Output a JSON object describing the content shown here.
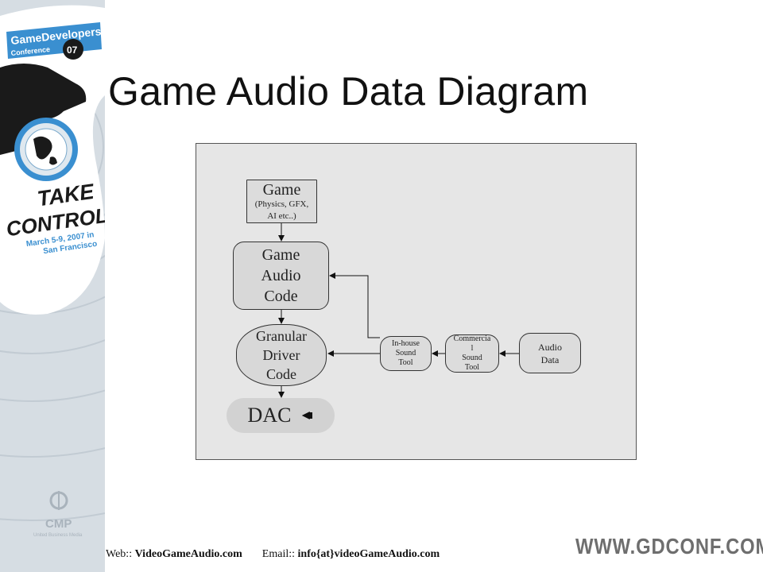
{
  "banner": {
    "conference_name_line1": "GameDevelopers",
    "conference_name_line2": "Conference",
    "conference_year": "07",
    "slogan_line1": "TAKE",
    "slogan_line2": "CONTROL",
    "dates_line1": "March 5-9, 2007 in",
    "dates_line2": "San Francisco",
    "sponsor_logo_text": "CMP",
    "sponsor_tagline": "United Business Media"
  },
  "slide": {
    "title": "Game Audio Data Diagram"
  },
  "diagram": {
    "nodes": {
      "game": {
        "label": "Game",
        "sublabel_line1": "(Physics, GFX,",
        "sublabel_line2": "AI etc..)"
      },
      "audio_code": {
        "line1": "Game",
        "line2": "Audio",
        "line3": "Code"
      },
      "granular": {
        "line1": "Granular",
        "line2": "Driver",
        "line3": "Code"
      },
      "dac": {
        "label": "DAC"
      },
      "inhouse": {
        "line1": "In-house",
        "line2": "Sound",
        "line3": "Tool"
      },
      "commercial": {
        "line1": "Commercia",
        "line2": "l",
        "line3": "Sound",
        "line4": "Tool"
      },
      "audio_data": {
        "line1": "Audio",
        "line2": "Data"
      }
    },
    "edges": [
      {
        "from": "Game",
        "to": "Game Audio Code"
      },
      {
        "from": "Game Audio Code",
        "to": "Granular Driver Code"
      },
      {
        "from": "Granular Driver Code",
        "to": "DAC"
      },
      {
        "from": "Audio Data",
        "to": "Commercial Sound Tool"
      },
      {
        "from": "Commercial Sound Tool",
        "to": "In-house Sound Tool"
      },
      {
        "from": "In-house Sound Tool",
        "to": "Granular Driver Code"
      },
      {
        "from": "In-house Sound Tool",
        "to": "Game Audio Code"
      }
    ]
  },
  "footer": {
    "web_label": "Web::",
    "web_value": "VideoGameAudio.com",
    "email_label": "Email::",
    "email_value": "info{at}videoGameAudio.com",
    "site_url": "WWW.GDCONF.COM"
  },
  "colors": {
    "panel_background": "#e6e6e6",
    "node_fill": "#d8d8d8",
    "banner_blue": "#3a8fd0",
    "url_gray": "#6e6e6e"
  }
}
